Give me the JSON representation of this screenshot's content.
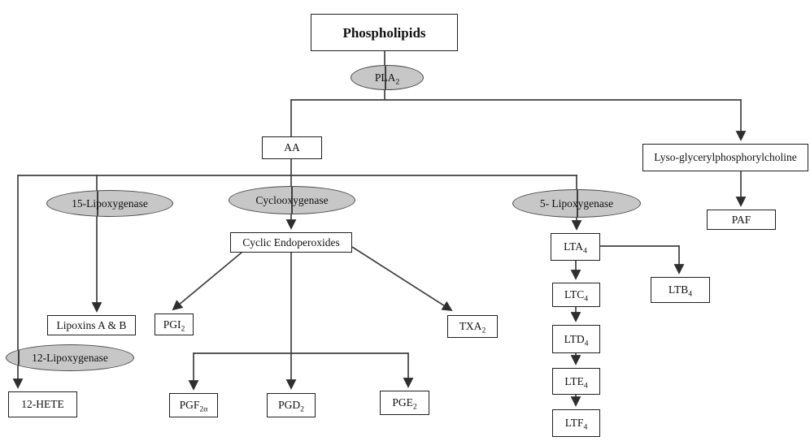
{
  "colors": {
    "line": "#3f3f3f",
    "box_border": "#1f1f1f",
    "box_fill": "#ffffff",
    "ellipse_fill": "#c7c7c7",
    "ellipse_border": "#4a4a4a",
    "text": "#111111"
  },
  "nodes": {
    "phospholipids": {
      "label": "Phospholipids"
    },
    "pla2": {
      "label": "PLA~2~"
    },
    "aa": {
      "label": "AA"
    },
    "lyso": {
      "label": "Lyso-glycerylphosphorylcholine"
    },
    "paf": {
      "label": "PAF"
    },
    "lipox15": {
      "label": "15-Lipoxygenase"
    },
    "cyclooxygenase": {
      "label": "Cyclooxygenase"
    },
    "lipox5": {
      "label": "5- Lipoxygenase"
    },
    "lipox12": {
      "label": "12-Lipoxygenase"
    },
    "cyclic_endoperoxides": {
      "label": "Cyclic Endoperoxides"
    },
    "lipoxins": {
      "label": "Lipoxins A & B"
    },
    "hete12": {
      "label": "12-HETE"
    },
    "pgi2": {
      "label": "PGI~2~"
    },
    "txa2": {
      "label": "TXA~2~"
    },
    "pgf2a": {
      "label": "PGF~2α~"
    },
    "pgd2": {
      "label": "PGD~2~"
    },
    "pge2": {
      "label": "PGE~2~"
    },
    "lta4": {
      "label": "LTA~4~"
    },
    "ltb4": {
      "label": "LTB~4~"
    },
    "ltc4": {
      "label": "LTC~4~"
    },
    "ltd4": {
      "label": "LTD~4~"
    },
    "lte4": {
      "label": "LTE~4~"
    },
    "ltf4": {
      "label": "LTF~4~"
    }
  }
}
